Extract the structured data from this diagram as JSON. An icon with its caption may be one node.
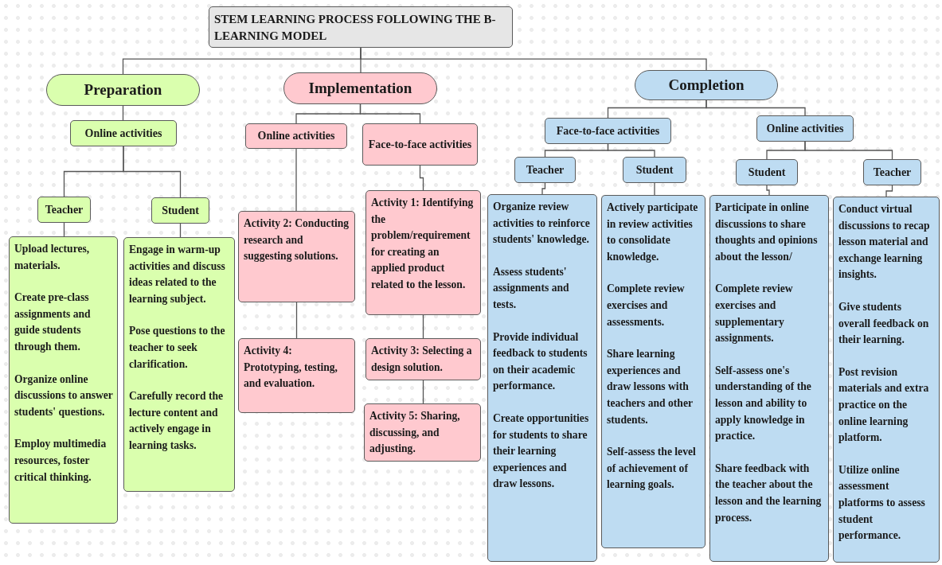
{
  "diagram": {
    "nodes": [
      {
        "text": [
          "STEM LEARNING PROCESS FOLLOWING THE B-LEARNING MODEL"
        ]
      },
      {
        "text": [
          "Preparation"
        ]
      },
      {
        "text": [
          "Implementation"
        ]
      },
      {
        "text": [
          "Completion"
        ]
      },
      {
        "text": [
          "Online activities"
        ]
      },
      {
        "text": [
          "Teacher"
        ]
      },
      {
        "text": [
          "Student"
        ]
      },
      {
        "text": [
          "Upload lectures, materials.",
          "Create pre-class assignments and guide students through them.",
          "Organize online discussions to answer students' questions.",
          "Employ multimedia resources, foster critical thinking."
        ]
      },
      {
        "text": [
          "Engage in warm-up activities and discuss ideas related to the learning subject.",
          "Pose questions to the teacher to seek clarification.",
          "Carefully record the lecture content and actively engage in learning tasks."
        ]
      },
      {
        "text": [
          "Online activities"
        ]
      },
      {
        "text": [
          "Face-to-face activities"
        ]
      },
      {
        "text": [
          "Activity 2: Conducting research and suggesting solutions."
        ]
      },
      {
        "text": [
          "Activity 4: Prototyping, testing, and evaluation."
        ]
      },
      {
        "text": [
          "Activity 1: Identifying the problem/requirement for creating an applied product related to the lesson."
        ]
      },
      {
        "text": [
          "Activity 3: Selecting a design solution."
        ]
      },
      {
        "text": [
          "Activity 5: Sharing, discussing, and adjusting."
        ]
      },
      {
        "text": [
          "Face-to-face activities"
        ]
      },
      {
        "text": [
          "Online activities"
        ]
      },
      {
        "text": [
          "Teacher"
        ]
      },
      {
        "text": [
          "Student"
        ]
      },
      {
        "text": [
          "Student"
        ]
      },
      {
        "text": [
          "Teacher"
        ]
      },
      {
        "text": [
          "Organize review activities to reinforce students' knowledge.",
          "Assess students' assignments and tests.",
          "Provide individual feedback to students on their academic performance.",
          "Create opportunities for students to share their learning experiences and draw lessons."
        ]
      },
      {
        "text": [
          "Actively participate in review activities to consolidate knowledge.",
          "Complete review exercises and assessments.",
          "Share learning experiences and draw lessons with teachers and other students.",
          "Self-assess the level of achievement of learning goals."
        ]
      },
      {
        "text": [
          "Participate in online discussions to share thoughts and opinions about the lesson/",
          "Complete review exercises and supplementary assignments.",
          "Self-assess one's understanding of the lesson and ability to apply knowledge in practice.",
          "Share feedback with the teacher about the lesson and the learning process."
        ]
      },
      {
        "text": [
          "Conduct virtual discussions to recap lesson material and exchange learning insights.",
          "Give students overall feedback on their learning.",
          "Post revision materials and extra practice on the online learning platform.",
          "Utilize online assessment platforms to assess student performance."
        ]
      }
    ],
    "edges": [
      {
        "from": 0,
        "to": 1,
        "arrow": "none"
      },
      {
        "from": 0,
        "to": 2,
        "arrow": "none"
      },
      {
        "from": 0,
        "to": 3,
        "arrow": "none"
      },
      {
        "from": 1,
        "to": 4,
        "arrow": "none"
      },
      {
        "from": 4,
        "to": 5,
        "arrow": "none"
      },
      {
        "from": 4,
        "to": 6,
        "arrow": "none"
      },
      {
        "from": 5,
        "to": 7,
        "arrow": "none"
      },
      {
        "from": 6,
        "to": 8,
        "arrow": "none"
      },
      {
        "from": 2,
        "to": 9,
        "arrow": "none"
      },
      {
        "from": 2,
        "to": 10,
        "arrow": "none"
      },
      {
        "from": 9,
        "to": 11,
        "arrow": "none"
      },
      {
        "from": 11,
        "to": 12,
        "arrow": "none"
      },
      {
        "from": 10,
        "to": 13,
        "arrow": "none"
      },
      {
        "from": 13,
        "to": 14,
        "arrow": "none"
      },
      {
        "from": 14,
        "to": 15,
        "arrow": "none"
      },
      {
        "from": 3,
        "to": 16,
        "arrow": "none"
      },
      {
        "from": 3,
        "to": 17,
        "arrow": "none"
      },
      {
        "from": 16,
        "to": 18,
        "arrow": "none"
      },
      {
        "from": 16,
        "to": 19,
        "arrow": "none"
      },
      {
        "from": 17,
        "to": 20,
        "arrow": "none"
      },
      {
        "from": 17,
        "to": 21,
        "arrow": "none"
      },
      {
        "from": 18,
        "to": 22,
        "arrow": "none"
      },
      {
        "from": 19,
        "to": 23,
        "arrow": "none"
      },
      {
        "from": 20,
        "to": 24,
        "arrow": "none"
      },
      {
        "from": 21,
        "to": 25,
        "arrow": "none"
      }
    ]
  }
}
